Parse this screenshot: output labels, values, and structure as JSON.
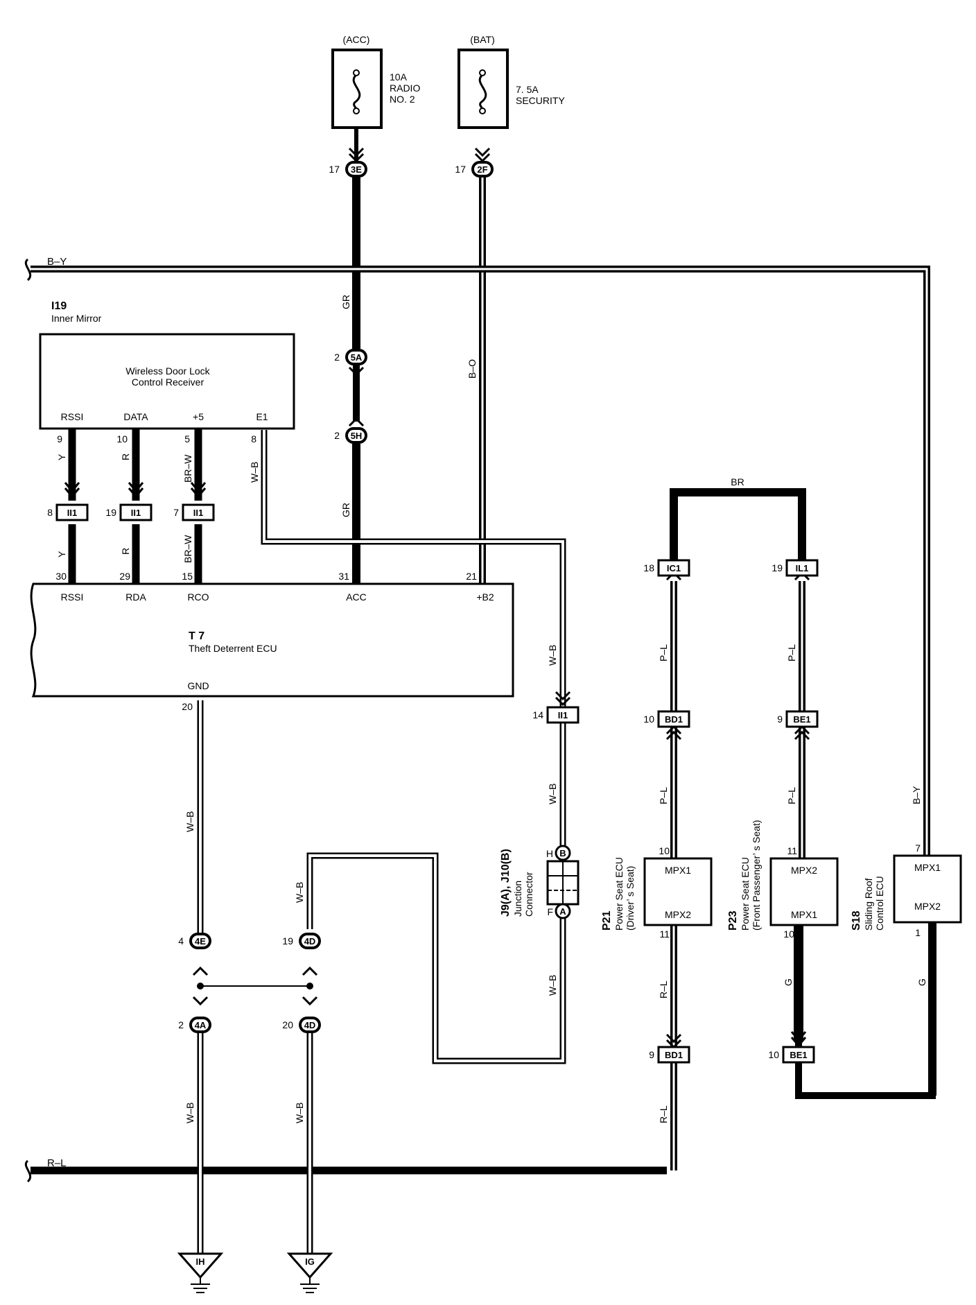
{
  "fuses": {
    "acc": {
      "source": "(ACC)",
      "rating": "10A",
      "name_line1": "RADIO",
      "name_line2": "NO. 2"
    },
    "bat": {
      "source": "(BAT)",
      "rating": "7. 5A",
      "name_line1": "SECURITY"
    }
  },
  "bus": {
    "top": "B–Y",
    "bottom": "R–L"
  },
  "i19": {
    "code": "I19",
    "name": "Inner Mirror",
    "desc_line1": "Wireless Door Lock",
    "desc_line2": "Control Receiver",
    "terminals": [
      {
        "name": "RSSI",
        "pin": "9"
      },
      {
        "name": "DATA",
        "pin": "10"
      },
      {
        "name": "+5",
        "pin": "5"
      },
      {
        "name": "E1",
        "pin": "8"
      }
    ]
  },
  "t7": {
    "code": "T 7",
    "name": "Theft Deterrent ECU",
    "terminals": [
      {
        "name": "RSSI",
        "pin": "30"
      },
      {
        "name": "RDA",
        "pin": "29"
      },
      {
        "name": "RCO",
        "pin": "15"
      },
      {
        "name": "ACC",
        "pin": "31"
      },
      {
        "name": "+B2",
        "pin": "21"
      }
    ],
    "gnd": {
      "name": "GND",
      "pin": "20"
    }
  },
  "connectors": [
    {
      "id": "3E",
      "pin": "17"
    },
    {
      "id": "2F",
      "pin": "17"
    },
    {
      "id": "5A",
      "pin": "2"
    },
    {
      "id": "5H",
      "pin": "2"
    },
    {
      "id": "II1",
      "pin": "8"
    },
    {
      "id": "II1",
      "pin": "19"
    },
    {
      "id": "II1",
      "pin": "7"
    },
    {
      "id": "II1",
      "pin": "14"
    },
    {
      "id": "4E",
      "pin": "4"
    },
    {
      "id": "4D",
      "pin": "19"
    },
    {
      "id": "4A",
      "pin": "2"
    },
    {
      "id": "4D",
      "pin": "20"
    },
    {
      "id": "IC1",
      "pin": "18"
    },
    {
      "id": "IL1",
      "pin": "19"
    },
    {
      "id": "BD1",
      "pin": "10"
    },
    {
      "id": "BE1",
      "pin": "9"
    },
    {
      "id": "BD1",
      "pin": "9"
    },
    {
      "id": "BE1",
      "pin": "10"
    }
  ],
  "wires": {
    "gr_upper": "GR",
    "gr_lower": "GR",
    "b_o": "B–O",
    "y_upper": "Y",
    "r_upper": "R",
    "brw_upper": "BR–W",
    "wb_e1": "W–B",
    "y_lower": "Y",
    "r_lower": "R",
    "brw_lower": "BR–W",
    "wb_jc_top": "W–B",
    "wb_jc_mid": "W–B",
    "wb_jc_bot": "W–B",
    "wb_gnd": "W–B",
    "wb_4d_top": "W–B",
    "wb_left_bot": "W–B",
    "wb_right_bot": "W–B",
    "br": "BR",
    "pl_1": "P–L",
    "pl_2": "P–L",
    "pl_3": "P–L",
    "pl_4": "P–L",
    "rl_p21": "R–L",
    "rl_down": "R–L",
    "g_p23": "G",
    "g_s18": "G",
    "by_s18": "B–Y"
  },
  "junction": {
    "code": "J9(A), J10(B)",
    "name_line1": "Junction",
    "name_line2": "Connector",
    "top_id": "B",
    "top_pin": "H",
    "bot_id": "A",
    "bot_pin": "F"
  },
  "p21": {
    "code": "P21",
    "name_line1": "Power Seat ECU",
    "name_line2": "(Driver’ s Seat)",
    "top_term": "MPX1",
    "top_pin": "10",
    "bot_term": "MPX2",
    "bot_pin": "11"
  },
  "p23": {
    "code": "P23",
    "name_line1": "Power Seat ECU",
    "name_line2": "(Front Passenger’ s Seat)",
    "top_term": "MPX2",
    "top_pin": "11",
    "bot_term": "MPX1",
    "bot_pin": "10"
  },
  "s18": {
    "code": "S18",
    "name_line1": "Sliding Roof",
    "name_line2": "Control ECU",
    "top_term": "MPX1",
    "top_pin": "7",
    "bot_term": "MPX2",
    "bot_pin": "1"
  },
  "grounds": [
    {
      "id": "IH"
    },
    {
      "id": "IG"
    }
  ]
}
